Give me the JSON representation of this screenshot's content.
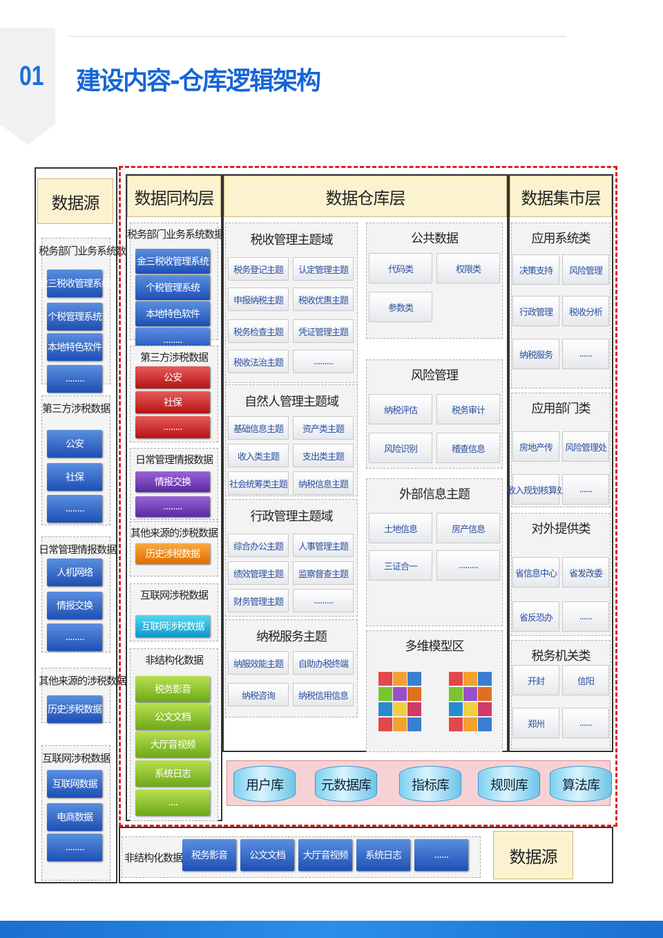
{
  "header": {
    "section_no": "01",
    "title": "建设内容-仓库逻辑架构"
  },
  "source": {
    "title": "数据源",
    "groups": [
      {
        "label": "税务部门业务系统数据",
        "items": [
          "金三税收管理系统",
          "个税管理系统",
          "本地特色软件",
          "........"
        ]
      },
      {
        "label": "第三方涉税数据",
        "items": [
          "公安",
          "社保",
          "........"
        ]
      },
      {
        "label": "日常管理情报数据",
        "items": [
          "人机网络",
          "情报交换",
          "........"
        ]
      },
      {
        "label": "其他来源的涉税数据",
        "items": [
          "历史涉税数据"
        ]
      },
      {
        "label": "互联网涉税数据",
        "items": [
          "互联网数据",
          "电商数据",
          "........"
        ]
      }
    ]
  },
  "homo": {
    "title": "数据同构层",
    "groups": [
      {
        "label": "税务部门业务系统数据",
        "items": [
          "金三税收管理系统",
          "个税管理系统",
          "本地特色软件",
          "........"
        ]
      },
      {
        "label": "第三方涉税数据",
        "items": [
          "公安",
          "社保",
          "........"
        ]
      },
      {
        "label": "日常管理情报数据",
        "items": [
          "情报交换",
          "........"
        ]
      },
      {
        "label": "其他来源的涉税数据",
        "items": [
          "历史涉税数据"
        ]
      },
      {
        "label": "互联网涉税数据",
        "items": [
          "互联网涉税数据"
        ]
      },
      {
        "label": "非结构化数据",
        "items": [
          "税务影音",
          "公文文档",
          "大厅音视频",
          "系统日志",
          "...."
        ]
      }
    ]
  },
  "warehouse": {
    "title": "数据仓库层",
    "left": [
      {
        "title": "税收管理主题域",
        "items": [
          "税务登记主题",
          "认定管理主题",
          "申报纳税主题",
          "税收优惠主题",
          "税务检查主题",
          "凭证管理主题",
          "税收法治主题",
          "........."
        ]
      },
      {
        "title": "自然人管理主题域",
        "items": [
          "基础信息主题",
          "资产类主题",
          "收入类主题",
          "支出类主题",
          "社会统筹类主题",
          "纳税信息主题"
        ]
      },
      {
        "title": "行政管理主题域",
        "items": [
          "综合办公主题",
          "人事管理主题",
          "绩效管理主题",
          "监察督查主题",
          "财务管理主题",
          "........."
        ]
      },
      {
        "title": "纳税服务主题",
        "items": [
          "纳服效能主题",
          "自助办税终端",
          "纳税咨询",
          "纳税信用信息"
        ]
      }
    ],
    "right": [
      {
        "title": "公共数据",
        "items": [
          "代码类",
          "权限类",
          "参数类"
        ]
      },
      {
        "title": "风险管理",
        "items": [
          "纳税评估",
          "税务审计",
          "风险识别",
          "稽查信息"
        ]
      },
      {
        "title": "外部信息主题",
        "items": [
          "土地信息",
          "房产信息",
          "三证合一",
          "........."
        ]
      },
      {
        "title": "多维模型区",
        "items": []
      }
    ]
  },
  "mart": {
    "title": "数据集市层",
    "groups": [
      {
        "title": "应用系统类",
        "items": [
          "决策支持",
          "风险管理",
          "行政管理",
          "税收分析",
          "纳税服务",
          "......"
        ]
      },
      {
        "title": "应用部门类",
        "items": [
          "房地产传",
          "风险管理处",
          "收入规划核算处",
          "......"
        ]
      },
      {
        "title": "对外提供类",
        "items": [
          "省信息中心",
          "省发改委",
          "省反恐办",
          "......"
        ]
      },
      {
        "title": "税务机关类",
        "items": [
          "开封",
          "信阳",
          "郑州",
          "......"
        ]
      }
    ]
  },
  "libraries": [
    "用户库",
    "元数据库",
    "指标库",
    "规则库",
    "算法库"
  ],
  "bottom": {
    "label": "非结构化数据",
    "items": [
      "税务影音",
      "公文文档",
      "大厅音视频",
      "系统日志",
      "......"
    ],
    "source": "数据源"
  },
  "colors": {
    "accent": "#1565d8",
    "frame": "#e02020",
    "header_bg": "#fbf3cf"
  }
}
